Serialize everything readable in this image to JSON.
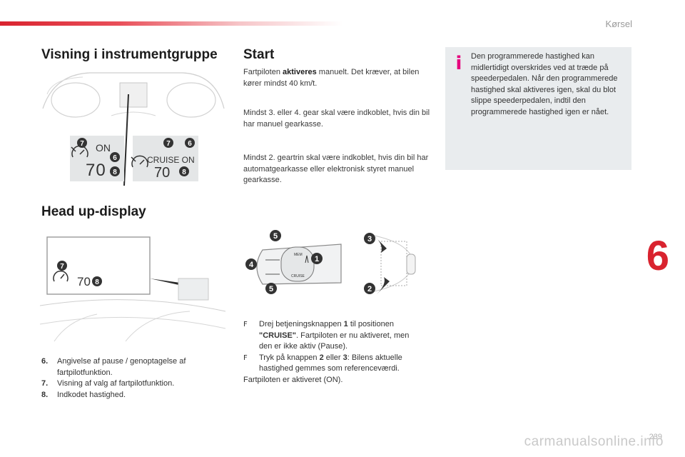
{
  "header": {
    "chapter": "Kørsel"
  },
  "section_display": {
    "title": "Visning i instrumentgruppe"
  },
  "cluster": {
    "badges": [
      "7",
      "6",
      "8"
    ],
    "left_status": "ON",
    "left_speed": "70",
    "right_status": "CRUISE  ON",
    "right_speed": "70"
  },
  "section_hud": {
    "title": "Head up-display",
    "speed": "70",
    "badges": [
      "7",
      "8"
    ]
  },
  "legend": [
    {
      "num": "6.",
      "text": "Angivelse af pause / genoptagelse af fartpilotfunktion."
    },
    {
      "num": "7.",
      "text": "Visning af valg af fartpilotfunktion."
    },
    {
      "num": "8.",
      "text": "Indkodet hastighed."
    }
  ],
  "section_start": {
    "title": "Start",
    "p1_pre": "Fartpiloten ",
    "p1_bold": "aktiveres",
    "p1_post": " manuelt. Det kræver, at bilen kører mindst 40 km/t.",
    "p2": "Mindst 3. eller 4. gear skal være indkoblet, hvis din bil har manuel gearkasse.",
    "p3": "Mindst 2. geartrin skal være indkoblet, hvis din bil har automatgearkasse eller elektronisk styret manuel gearkasse."
  },
  "info": {
    "icon": "info-icon",
    "text": "Den programmerede hastighed kan midlertidigt overskrides ved at træde på speederpedalen. Når den programmerede hastighed skal aktiveres igen, skal du blot slippe speederpedalen, indtil den programmerede hastighed igen er nået.",
    "accent": "#e6007e"
  },
  "stalk": {
    "badges": [
      "5",
      "4",
      "5",
      "1",
      "3",
      "2"
    ],
    "labels": [
      "MEM",
      "CRUISE"
    ]
  },
  "steps": {
    "marker": "F",
    "s1_pre": "Drej betjeningsknappen ",
    "s1_b1": "1",
    "s1_mid": " til positionen ",
    "s1_b2": "\"CRUISE\"",
    "s1_post": ". Fartpiloten er nu aktiveret, men den er ikke aktiv (Pause).",
    "s2_pre": "Tryk på knappen ",
    "s2_b1": "2",
    "s2_mid": " eller ",
    "s2_b2": "3",
    "s2_post": ": Bilens aktuelle hastighed gemmes som referenceværdi.",
    "closing": "Fartpiloten er aktiveret (ON)."
  },
  "chapter_number": "6",
  "page_number": "239",
  "watermark": "carmanualsonline.info",
  "colors": {
    "accent_red": "#d9232f",
    "info_bg": "#e9ecee"
  }
}
